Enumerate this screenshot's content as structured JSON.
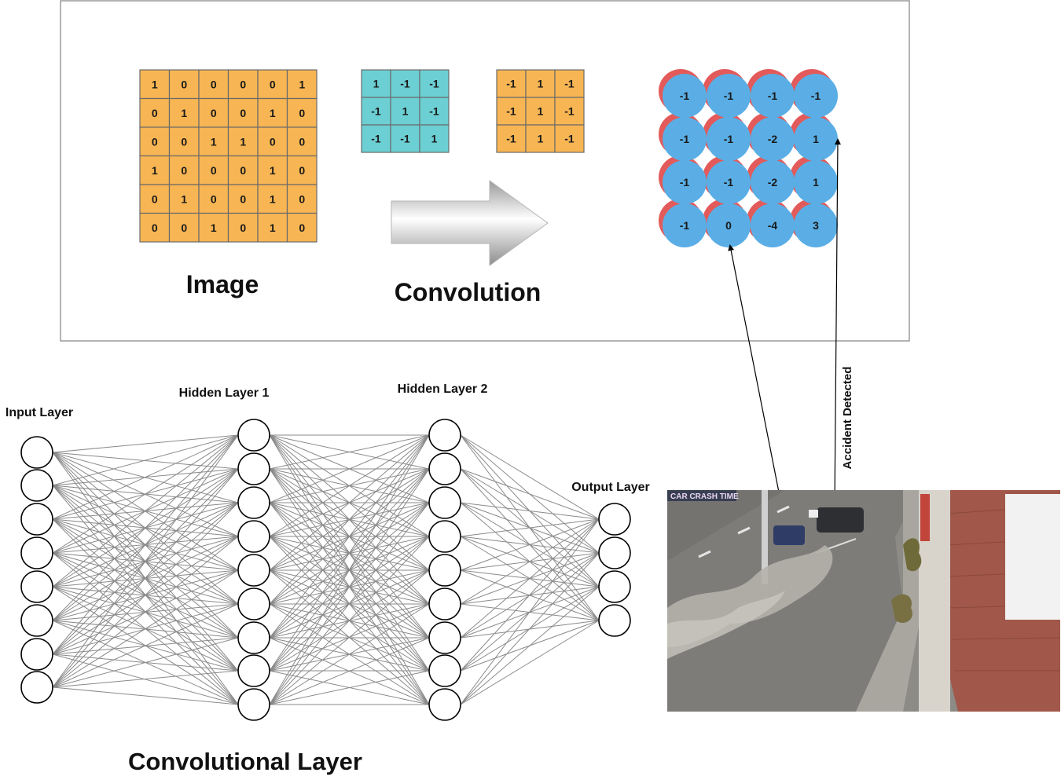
{
  "convolution_panel": {
    "image_label": "Image",
    "convolution_label": "Convolution",
    "image_matrix": [
      [
        "1",
        "0",
        "0",
        "0",
        "0",
        "1"
      ],
      [
        "0",
        "1",
        "0",
        "0",
        "1",
        "0"
      ],
      [
        "0",
        "0",
        "1",
        "1",
        "0",
        "0"
      ],
      [
        "1",
        "0",
        "0",
        "0",
        "1",
        "0"
      ],
      [
        "0",
        "1",
        "0",
        "0",
        "1",
        "0"
      ],
      [
        "0",
        "0",
        "1",
        "0",
        "1",
        "0"
      ]
    ],
    "filter_cyan": [
      [
        "1",
        "-1",
        "-1"
      ],
      [
        "-1",
        "1",
        "-1"
      ],
      [
        "-1",
        "-1",
        "1"
      ]
    ],
    "filter_orange": [
      [
        "-1",
        "1",
        "-1"
      ],
      [
        "-1",
        "1",
        "-1"
      ],
      [
        "-1",
        "1",
        "-1"
      ]
    ],
    "feature_map": [
      [
        "-1",
        "-1",
        "-1",
        "-1"
      ],
      [
        "-1",
        "-1",
        "-2",
        "1"
      ],
      [
        "-1",
        "-1",
        "-2",
        "1"
      ],
      [
        "-1",
        "0",
        "-4",
        "3"
      ]
    ]
  },
  "network": {
    "title": "Convolutional Layer",
    "layers": [
      {
        "label": "Input Layer",
        "neurons": 8
      },
      {
        "label": "Hidden Layer 1",
        "neurons": 9
      },
      {
        "label": "Hidden Layer 2",
        "neurons": 9
      },
      {
        "label": "Output Layer",
        "neurons": 4
      }
    ]
  },
  "detection": {
    "annotation": "Accident Detected",
    "video_overlay_text": "CAR CRASH TIME"
  },
  "colors": {
    "matrix_orange": "#f7b553",
    "filter_cyan": "#6ccfd3",
    "feature_blue": "#5aaee5",
    "feature_red": "#e35a5a",
    "edge_gray": "#8a8a8a",
    "panel_border": "#9a9a9a"
  }
}
